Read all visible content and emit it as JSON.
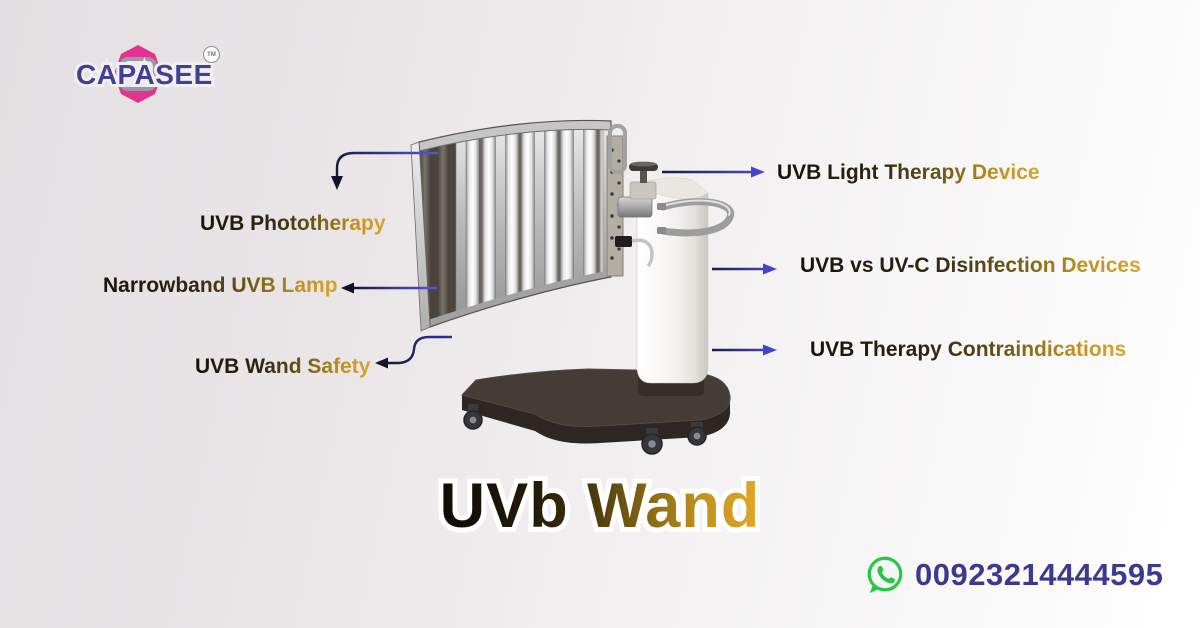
{
  "brand": {
    "name": "CAPASEE",
    "trademark": "TM"
  },
  "labels": {
    "phototherapy": "UVB Phototherapy",
    "narrowband": "Narrowband UVB Lamp",
    "safety": "UVB Wand Safety",
    "light_therapy": "UVB Light Therapy Device",
    "disinfection": "UVB vs UV-C Disinfection Devices",
    "contraindications": "UVB Therapy Contraindications"
  },
  "title": "UVb Wand",
  "contact": {
    "phone": "00923214444595",
    "channel_icon": "whatsapp-icon"
  },
  "colors": {
    "gold": "#c7981e",
    "dark_text": "#1a150f",
    "phone_navy": "#3c3a90",
    "brand_blue": "#433f96",
    "brand_pink": "#e4328f",
    "whatsapp_green": "#27c943",
    "arrow_blue": "#4a4ad6",
    "arrow_navy": "#15153a"
  }
}
